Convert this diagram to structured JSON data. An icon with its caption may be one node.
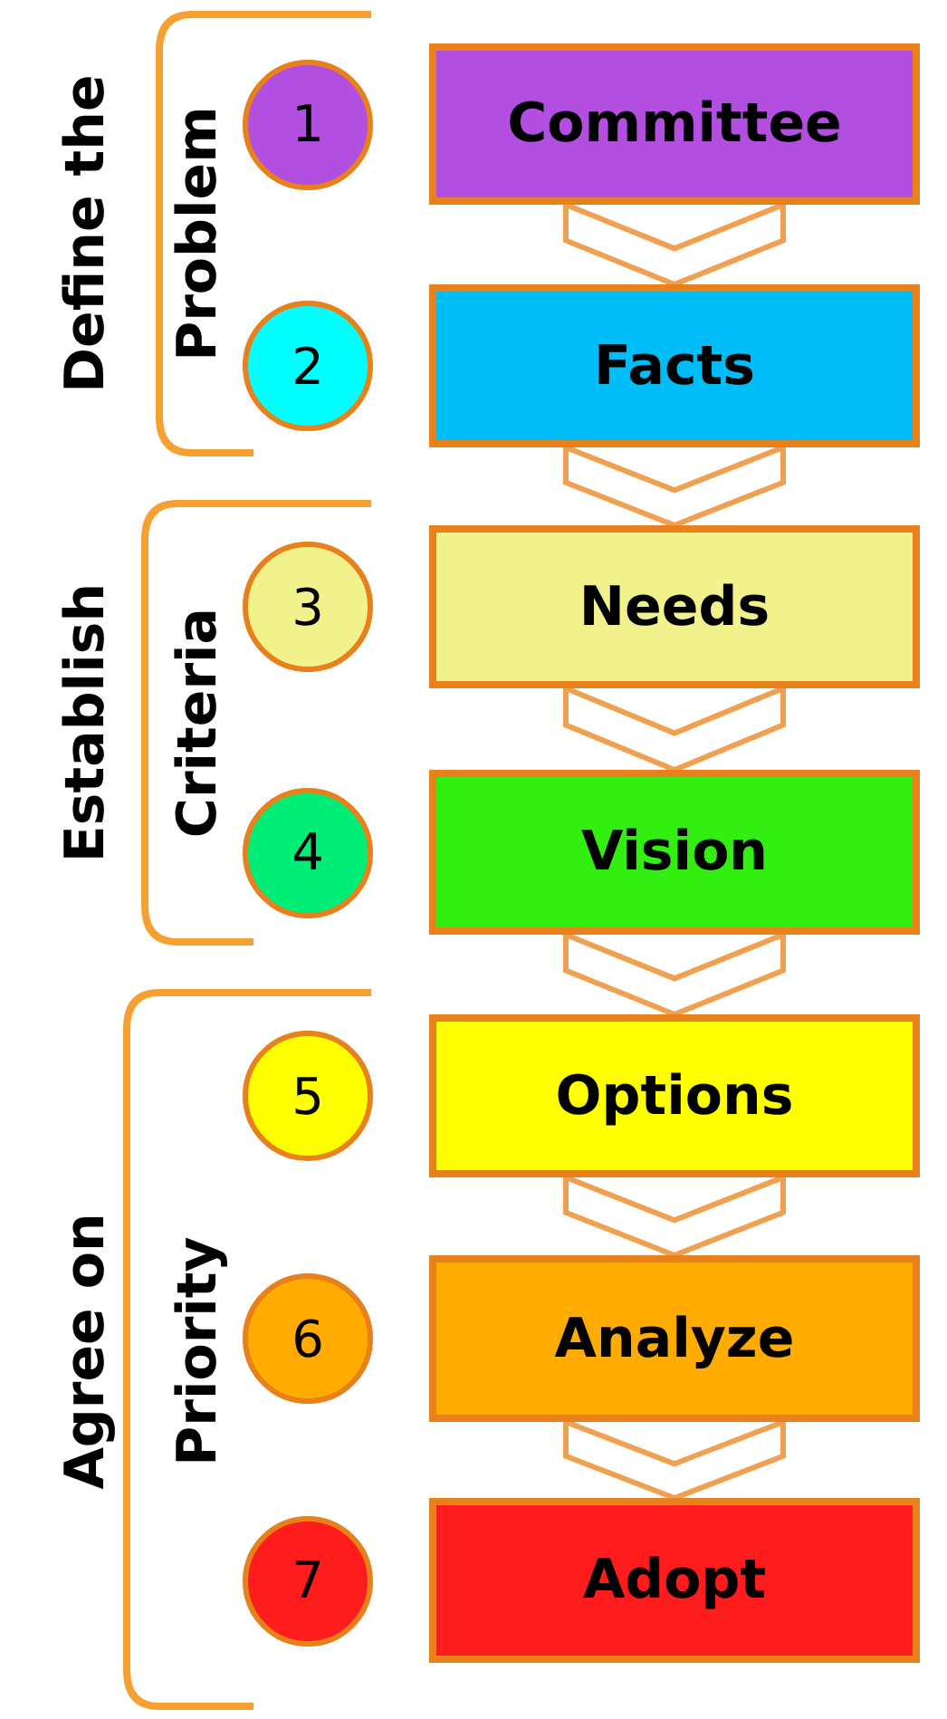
{
  "diagram": {
    "nodes": [
      {
        "text": [
          "1"
        ]
      },
      {
        "text": [
          "Committee"
        ]
      },
      {
        "text": [
          "2"
        ]
      },
      {
        "text": [
          "Facts"
        ]
      },
      {
        "text": [
          "3"
        ]
      },
      {
        "text": [
          "Needs"
        ]
      },
      {
        "text": [
          "4"
        ]
      },
      {
        "text": [
          "Vision"
        ]
      },
      {
        "text": [
          "5"
        ]
      },
      {
        "text": [
          "Options"
        ]
      },
      {
        "text": [
          "6"
        ]
      },
      {
        "text": [
          "Analyze"
        ]
      },
      {
        "text": [
          "7"
        ]
      },
      {
        "text": [
          "Adopt"
        ]
      }
    ],
    "edges": [
      {
        "from": 1,
        "to": 3,
        "arrow": "to"
      },
      {
        "from": 3,
        "to": 5,
        "arrow": "to"
      },
      {
        "from": 5,
        "to": 7,
        "arrow": "to"
      },
      {
        "from": 7,
        "to": 9,
        "arrow": "to"
      },
      {
        "from": 9,
        "to": 11,
        "arrow": "to"
      },
      {
        "from": 11,
        "to": 13,
        "arrow": "to"
      }
    ],
    "labels": [
      "Define the Problem",
      "Establish Criteria",
      "Agree on Priority"
    ]
  }
}
